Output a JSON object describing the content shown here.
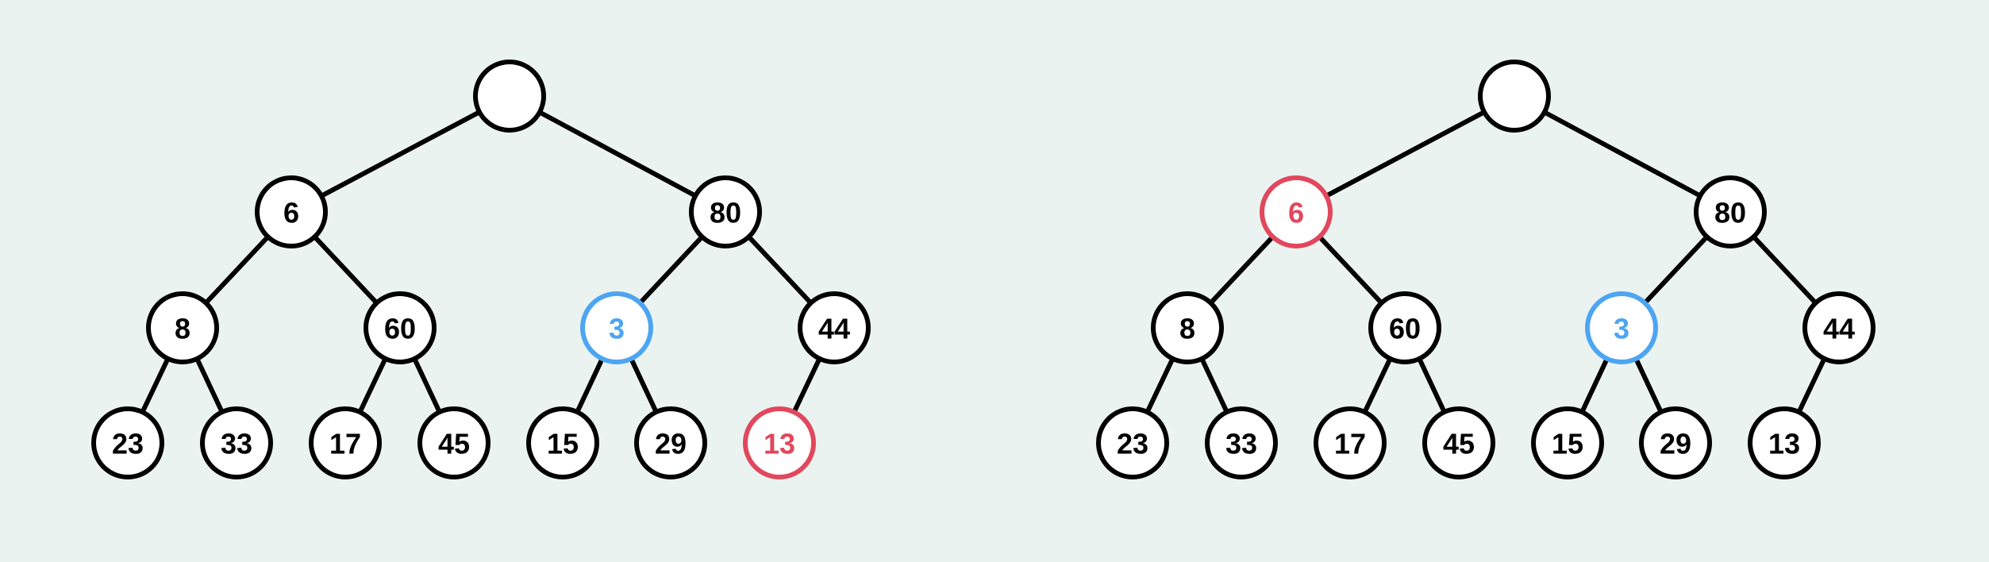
{
  "colors": {
    "background": "#eaf3f0",
    "default": "#000000",
    "red": "#e1475d",
    "blue": "#4da5f2"
  },
  "trees": [
    {
      "name": "left-tree",
      "nodes": [
        {
          "id": "root",
          "label": "",
          "color": "default"
        },
        {
          "id": "n6",
          "label": "6",
          "color": "default"
        },
        {
          "id": "n80",
          "label": "80",
          "color": "default"
        },
        {
          "id": "n8",
          "label": "8",
          "color": "default"
        },
        {
          "id": "n60",
          "label": "60",
          "color": "default"
        },
        {
          "id": "n3",
          "label": "3",
          "color": "blue"
        },
        {
          "id": "n44",
          "label": "44",
          "color": "default"
        },
        {
          "id": "n23",
          "label": "23",
          "color": "default"
        },
        {
          "id": "n33",
          "label": "33",
          "color": "default"
        },
        {
          "id": "n17",
          "label": "17",
          "color": "default"
        },
        {
          "id": "n45",
          "label": "45",
          "color": "default"
        },
        {
          "id": "n15",
          "label": "15",
          "color": "default"
        },
        {
          "id": "n29",
          "label": "29",
          "color": "default"
        },
        {
          "id": "n13",
          "label": "13",
          "color": "red"
        }
      ]
    },
    {
      "name": "right-tree",
      "nodes": [
        {
          "id": "root",
          "label": "",
          "color": "default"
        },
        {
          "id": "n6",
          "label": "6",
          "color": "red"
        },
        {
          "id": "n80",
          "label": "80",
          "color": "default"
        },
        {
          "id": "n8",
          "label": "8",
          "color": "default"
        },
        {
          "id": "n60",
          "label": "60",
          "color": "default"
        },
        {
          "id": "n3",
          "label": "3",
          "color": "blue"
        },
        {
          "id": "n44",
          "label": "44",
          "color": "default"
        },
        {
          "id": "n23",
          "label": "23",
          "color": "default"
        },
        {
          "id": "n33",
          "label": "33",
          "color": "default"
        },
        {
          "id": "n17",
          "label": "17",
          "color": "default"
        },
        {
          "id": "n45",
          "label": "45",
          "color": "default"
        },
        {
          "id": "n15",
          "label": "15",
          "color": "default"
        },
        {
          "id": "n29",
          "label": "29",
          "color": "default"
        },
        {
          "id": "n13",
          "label": "13",
          "color": "default"
        }
      ]
    }
  ]
}
